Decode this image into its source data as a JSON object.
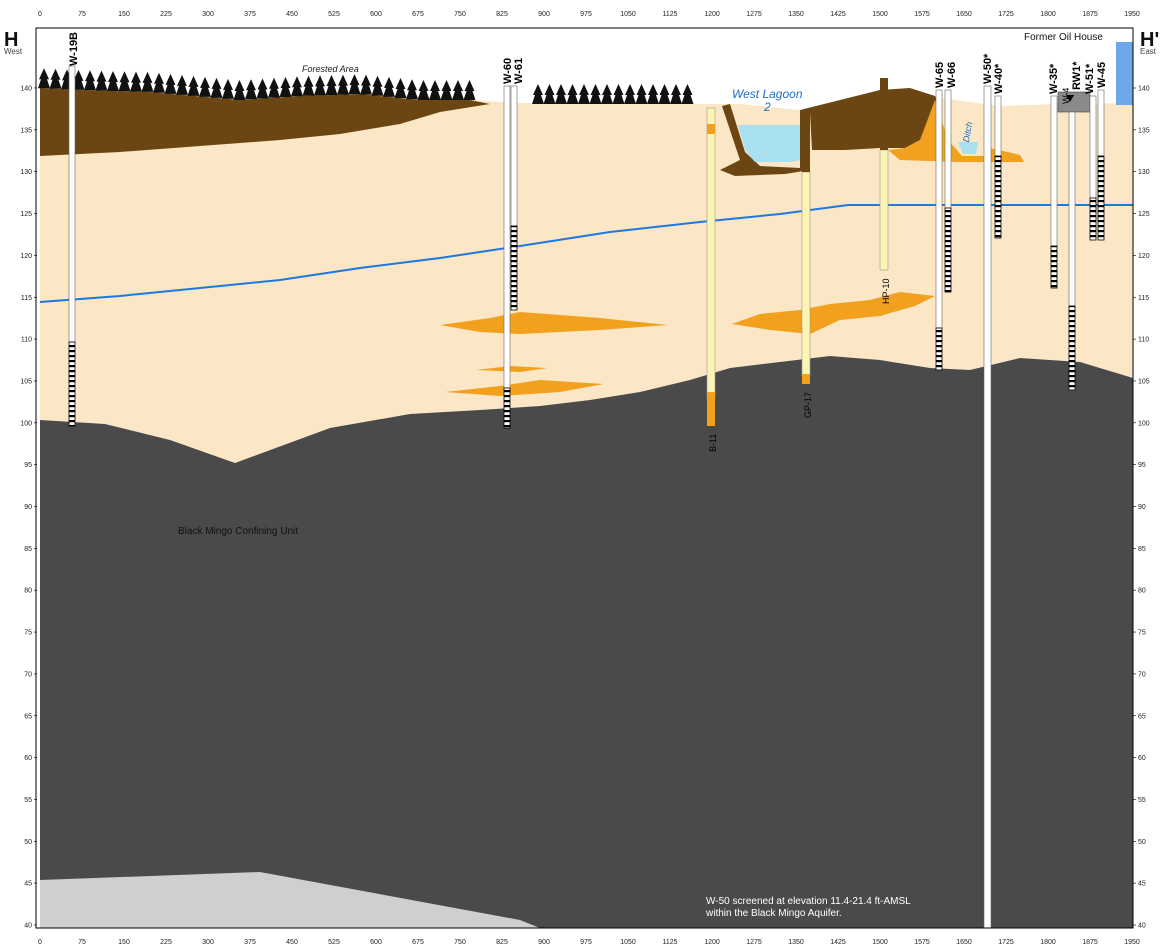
{
  "section": {
    "left_letter": "H",
    "right_letter": "H'",
    "left_direction": "West",
    "right_direction": "East"
  },
  "axes": {
    "x_ticks": [
      "0",
      "75",
      "150",
      "225",
      "300",
      "375",
      "450",
      "525",
      "600",
      "675",
      "750",
      "825",
      "900",
      "975",
      "1050",
      "1125",
      "1200",
      "1275",
      "1350",
      "1425",
      "1500",
      "1575",
      "1650",
      "1725",
      "1800",
      "1875",
      "1950"
    ],
    "y_ticks": [
      "40",
      "45",
      "50",
      "55",
      "60",
      "65",
      "70",
      "75",
      "80",
      "85",
      "90",
      "95",
      "100",
      "105",
      "110",
      "115",
      "120",
      "125",
      "130",
      "135",
      "140"
    ]
  },
  "labels": {
    "forested_area": "Forested Area",
    "west_lagoon_line1": "West Lagoon",
    "west_lagoon_line2": "2",
    "ditch": "Ditch",
    "former_oil_house": "Former Oil House",
    "confining_unit": "Black Mingo Confining Unit",
    "note_line1": "W-50 screened at elevation 11.4-21.4 ft-AMSL",
    "note_line2": "within the Black Mingo Aquifer."
  },
  "wells": [
    "W-19B",
    "W-60",
    "W-61",
    "W-65",
    "W-66",
    "W-50*",
    "W-40*",
    "W-35*",
    "RW1*",
    "W-51*",
    "W-45",
    "W-4"
  ],
  "borings": [
    "B-11",
    "GP-17",
    "HP-10"
  ],
  "colors": {
    "sand": "#fbe7c6",
    "clay_dark": "#6b4612",
    "confining": "#4a4a4a",
    "aquifer": "#cfcfcf",
    "orange_lens": "#f2a11f",
    "water_table": "#1f78e0",
    "lagoon_water": "#a8dff1",
    "building": "#6fa8ea"
  }
}
